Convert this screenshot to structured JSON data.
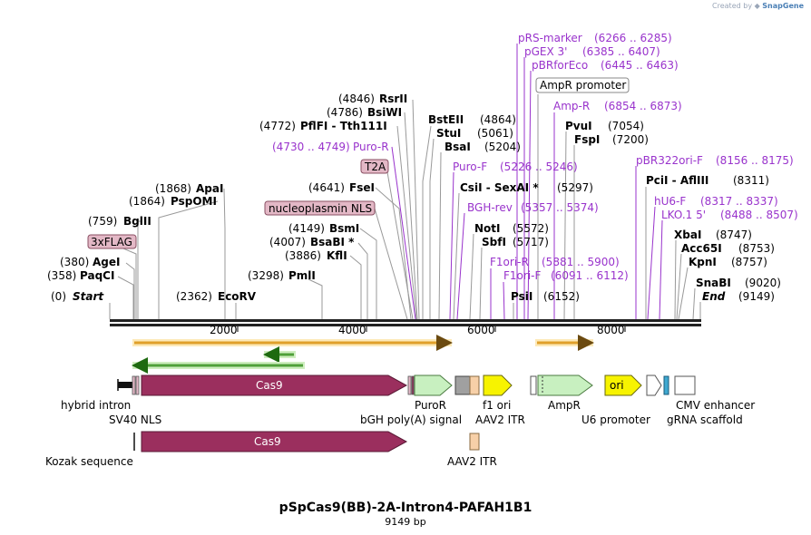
{
  "header": {
    "created_by": "Created by",
    "brand": "SnapGene"
  },
  "map": {
    "title": "pSpCas9(BB)-2A-Intron4-PAFAH1B1",
    "length_label": "9149 bp",
    "total_bp": 9149,
    "ruler_ticks": [
      {
        "bp": 2000,
        "label": "2000"
      },
      {
        "bp": 4000,
        "label": "4000"
      },
      {
        "bp": 6000,
        "label": "6000"
      },
      {
        "bp": 8000,
        "label": "8000"
      }
    ],
    "colors": {
      "enzyme_text": "#000000",
      "primer_text": "#9933cc",
      "cas9": "#9b2f5e",
      "flag_box": "#e3b8c6",
      "nls_box": "#e3b8c6",
      "orange_arrow": "#e0a02a",
      "green_arrow": "#4fa03a",
      "purorange": "#c8f0c0",
      "f1ori": "#f7f300",
      "itr": "#f7d0a8",
      "grey": "#a0a0a0",
      "ori": "#f7f300",
      "ampr": "#c8f0c0",
      "cyan": "#3fa8d0"
    }
  },
  "enzymes": [
    {
      "name": "Start",
      "pos": "(0)",
      "bp": 0,
      "italic": true
    },
    {
      "name": "PaqCI",
      "pos": "(358)",
      "bp": 358
    },
    {
      "name": "AgeI",
      "pos": "(380)",
      "bp": 380
    },
    {
      "name": "BglII",
      "pos": "(759)",
      "bp": 759
    },
    {
      "name": "PspOMI",
      "pos": "(1864)",
      "bp": 1864
    },
    {
      "name": "ApaI",
      "pos": "(1868)",
      "bp": 1868
    },
    {
      "name": "EcoRV",
      "pos": "(2362)",
      "bp": 2362
    },
    {
      "name": "PmlI",
      "pos": "(3298)",
      "bp": 3298
    },
    {
      "name": "KflI",
      "pos": "(3886)",
      "bp": 3886
    },
    {
      "name": "BsaBI *",
      "pos": "(4007)",
      "bp": 4007
    },
    {
      "name": "BsmI",
      "pos": "(4149)",
      "bp": 4149
    },
    {
      "name": "FseI",
      "pos": "(4641)",
      "bp": 4641
    },
    {
      "name": "PflFI  -  Tth111I",
      "pos": "(4772)",
      "bp": 4772
    },
    {
      "name": "BsiWI",
      "pos": "(4786)",
      "bp": 4786
    },
    {
      "name": "RsrII",
      "pos": "(4846)",
      "bp": 4846
    },
    {
      "name": "BstEII",
      "pos": "(4864)",
      "bp": 4864
    },
    {
      "name": "StuI",
      "pos": "(5061)",
      "bp": 5061
    },
    {
      "name": "BsaI",
      "pos": "(5204)",
      "bp": 5204
    },
    {
      "name": "CsiI  -  SexAI *",
      "pos": "(5297)",
      "bp": 5297
    },
    {
      "name": "NotI",
      "pos": "(5572)",
      "bp": 5572
    },
    {
      "name": "SbfI",
      "pos": "(5717)",
      "bp": 5717
    },
    {
      "name": "PsiI",
      "pos": "(6152)",
      "bp": 6152
    },
    {
      "name": "PvuI",
      "pos": "(7054)",
      "bp": 7054
    },
    {
      "name": "FspI",
      "pos": "(7200)",
      "bp": 7200
    },
    {
      "name": "PciI  -  AflIII",
      "pos": "(8311)",
      "bp": 8311
    },
    {
      "name": "XbaI",
      "pos": "(8747)",
      "bp": 8747
    },
    {
      "name": "Acc65I",
      "pos": "(8753)",
      "bp": 8753
    },
    {
      "name": "KpnI",
      "pos": "(8757)",
      "bp": 8757
    },
    {
      "name": "SnaBI",
      "pos": "(9020)",
      "bp": 9020
    },
    {
      "name": "End",
      "pos": "(9149)",
      "bp": 9149,
      "italic": true
    }
  ],
  "primers": [
    {
      "name": "Puro-R",
      "range": "(4730 .. 4749)"
    },
    {
      "name": "Puro-F",
      "range": "(5226 .. 5246)"
    },
    {
      "name": "BGH-rev",
      "range": "(5357 .. 5374)"
    },
    {
      "name": "F1ori-R",
      "range": "(5881 .. 5900)"
    },
    {
      "name": "F1ori-F",
      "range": "(6091 .. 6112)"
    },
    {
      "name": "pRS-marker",
      "range": "(6266 .. 6285)"
    },
    {
      "name": "pGEX 3'",
      "range": "(6385 .. 6407)"
    },
    {
      "name": "pBRforEco",
      "range": "(6445 .. 6463)"
    },
    {
      "name": "Amp-R",
      "range": "(6854 .. 6873)"
    },
    {
      "name": "pBR322ori-F",
      "range": "(8156 .. 8175)"
    },
    {
      "name": "hU6-F",
      "range": "(8317 .. 8337)"
    },
    {
      "name": "LKO.1 5'",
      "range": "(8488 .. 8507)"
    }
  ],
  "boxed_labels": [
    {
      "name": "3xFLAG"
    },
    {
      "name": "nucleoplasmin NLS"
    },
    {
      "name": "T2A"
    },
    {
      "name": "AmpR promoter"
    }
  ],
  "features": [
    {
      "name": "Cas9",
      "kind": "cas9"
    },
    {
      "name": "Cas9",
      "kind": "cas9-copy"
    },
    {
      "name": "hybrid intron"
    },
    {
      "name": "SV40 NLS"
    },
    {
      "name": "Kozak sequence"
    },
    {
      "name": "PuroR"
    },
    {
      "name": "bGH poly(A) signal"
    },
    {
      "name": "f1 ori"
    },
    {
      "name": "AAV2 ITR"
    },
    {
      "name": "AAV2 ITR"
    },
    {
      "name": "AmpR"
    },
    {
      "name": "ori"
    },
    {
      "name": "U6 promoter"
    },
    {
      "name": "CMV enhancer"
    },
    {
      "name": "gRNA scaffold"
    }
  ]
}
